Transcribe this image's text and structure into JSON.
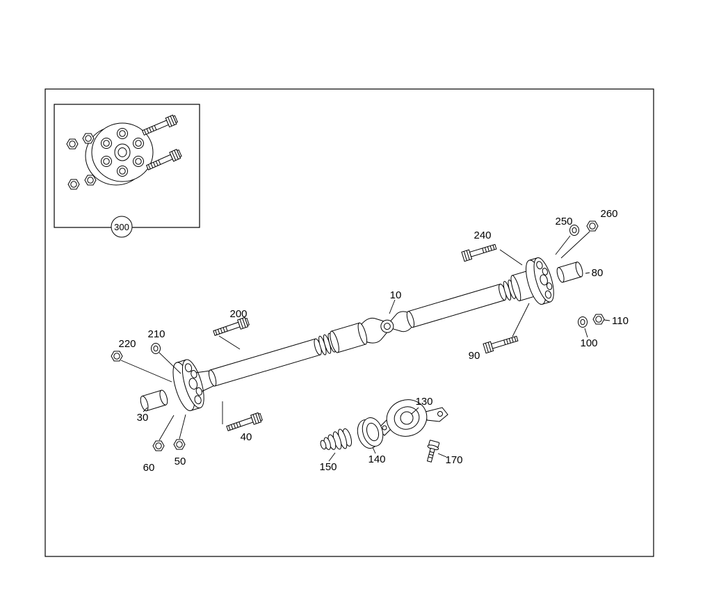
{
  "figure": {
    "background": "#ffffff",
    "line_color": "#000000"
  },
  "callouts": {
    "p10": "10",
    "p30": "30",
    "p40": "40",
    "p50": "50",
    "p60": "60",
    "p80": "80",
    "p90": "90",
    "p100": "100",
    "p110": "110",
    "p130": "130",
    "p140": "140",
    "p150": "150",
    "p170": "170",
    "p200": "200",
    "p210": "210",
    "p220": "220",
    "p240": "240",
    "p250": "250",
    "p260": "260",
    "p300": "300"
  }
}
